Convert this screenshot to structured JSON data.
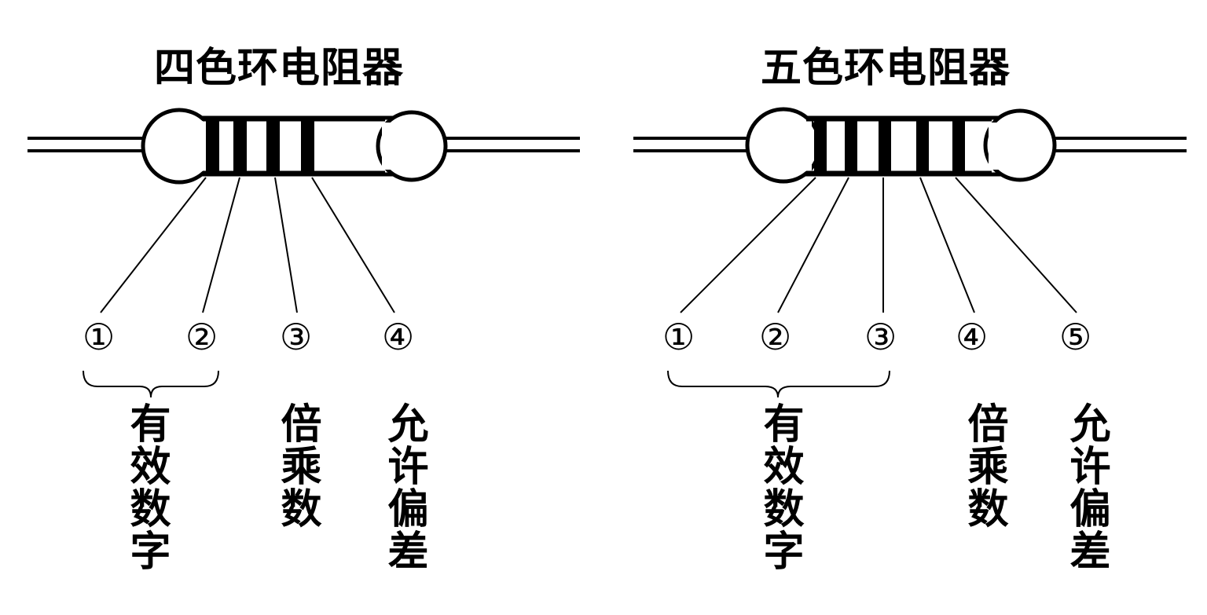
{
  "left": {
    "title": "四色环电阻器",
    "markers": [
      "①",
      "②",
      "③",
      "④"
    ],
    "labels": {
      "significant": "有效数字",
      "multiplier": "倍乘数",
      "tolerance": "允许偏差"
    }
  },
  "right": {
    "title": "五色环电阻器",
    "markers": [
      "①",
      "②",
      "③",
      "④",
      "⑤"
    ],
    "labels": {
      "significant": "有效数字",
      "multiplier": "倍乘数",
      "tolerance": "允许偏差"
    }
  },
  "colors": {
    "ink": "#000000",
    "background": "#ffffff"
  }
}
